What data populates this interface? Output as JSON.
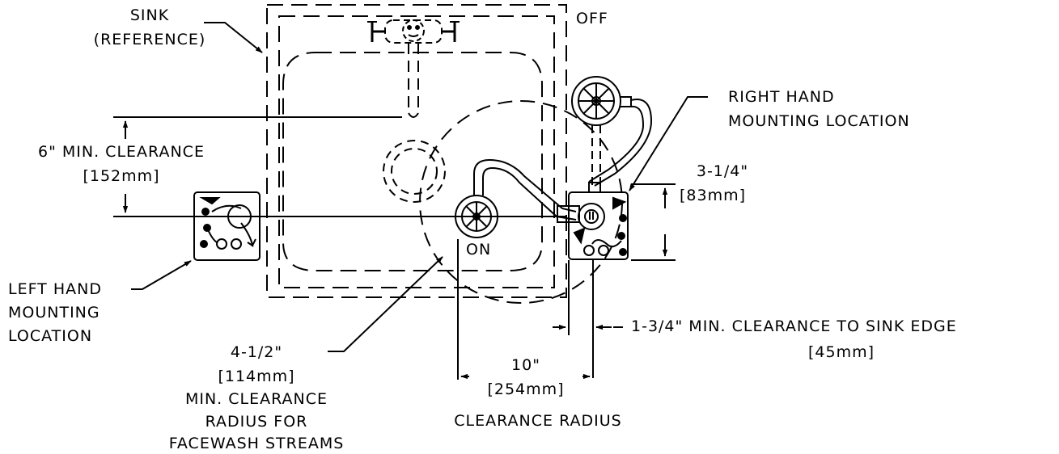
{
  "labels": {
    "sink": "SINK",
    "sink_ref": "(REFERENCE)",
    "off": "OFF",
    "on": "ON",
    "rh_line1": "RIGHT HAND",
    "rh_line2": "MOUNTING LOCATION",
    "six_line1": "6\" MIN. CLEARANCE",
    "six_line2": "[152mm]",
    "three_line1": "3-1/4\"",
    "three_line2": "[83mm]",
    "lh_line1": "LEFT HAND",
    "lh_line2": "MOUNTING",
    "lh_line3": "LOCATION",
    "one_line1": "1-3/4\" MIN. CLEARANCE TO SINK EDGE",
    "one_line2": "[45mm]",
    "four_line1": "4-1/2\"",
    "four_line2": "[114mm]",
    "four_line3": "MIN. CLEARANCE",
    "four_line4": "RADIUS FOR",
    "four_line5": "FACEWASH STREAMS",
    "ten_line1": "10\"",
    "ten_line2": "[254mm]",
    "ten_line3": "CLEARANCE RADIUS"
  },
  "colors": {
    "ink": "#000000",
    "paper": "#ffffff"
  }
}
